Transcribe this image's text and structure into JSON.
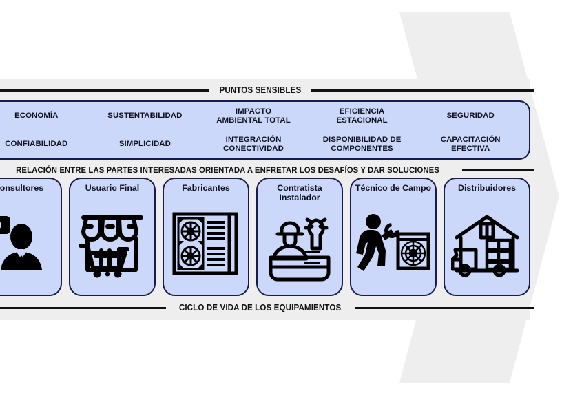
{
  "colors": {
    "card_fill": "#ccd8fa",
    "card_border": "#171c4d",
    "panel_bg": "#efeeee",
    "rule": "#111111",
    "arrow": "#efeeee",
    "text": "#0e1020"
  },
  "dividers": {
    "top": "PUNTOS SENSIBLES",
    "middle": "RELACIÓN ENTRE LAS PARTES INTERESADAS ORIENTADA A ENFRETAR LOS DESAFÍOS Y DAR SOLUCIONES",
    "bottom": "CICLO DE VIDA DE LOS EQUIPAMIENTOS"
  },
  "puntos_sensibles": {
    "row1": [
      {
        "line1": "ECONOMÍA",
        "line2": ""
      },
      {
        "line1": "SUSTENTABILIDAD",
        "line2": ""
      },
      {
        "line1": "IMPACTO",
        "line2": "AMBIENTAL TOTAL"
      },
      {
        "line1": "EFICIENCIA",
        "line2": "ESTACIONAL"
      },
      {
        "line1": "SEGURIDAD",
        "line2": ""
      }
    ],
    "row2": [
      {
        "line1": "CONFIABILIDAD",
        "line2": ""
      },
      {
        "line1": "SIMPLICIDAD",
        "line2": ""
      },
      {
        "line1": "INTEGRACIÓN",
        "line2": "CONECTIVIDAD"
      },
      {
        "line1": "DISPONIBILIDAD DE",
        "line2": "COMPONENTES"
      },
      {
        "line1": "CAPACITACIÓN",
        "line2": "EFECTIVA"
      }
    ]
  },
  "stakeholders": [
    {
      "line1": "Consultores",
      "line2": "",
      "icon": "consultant-person-icon"
    },
    {
      "line1": "Usuario Final",
      "line2": "",
      "icon": "storefront-cart-icon"
    },
    {
      "line1": "Fabricantes",
      "line2": "",
      "icon": "condenser-unit-icon"
    },
    {
      "line1": "Contratista",
      "line2": "Instalador",
      "icon": "installer-worker-icon"
    },
    {
      "line1": "Técnico de",
      "line2": "Campo",
      "icon": "field-technician-icon"
    },
    {
      "line1": "Distribuidores",
      "line2": "",
      "icon": "warehouse-truck-icon"
    }
  ]
}
